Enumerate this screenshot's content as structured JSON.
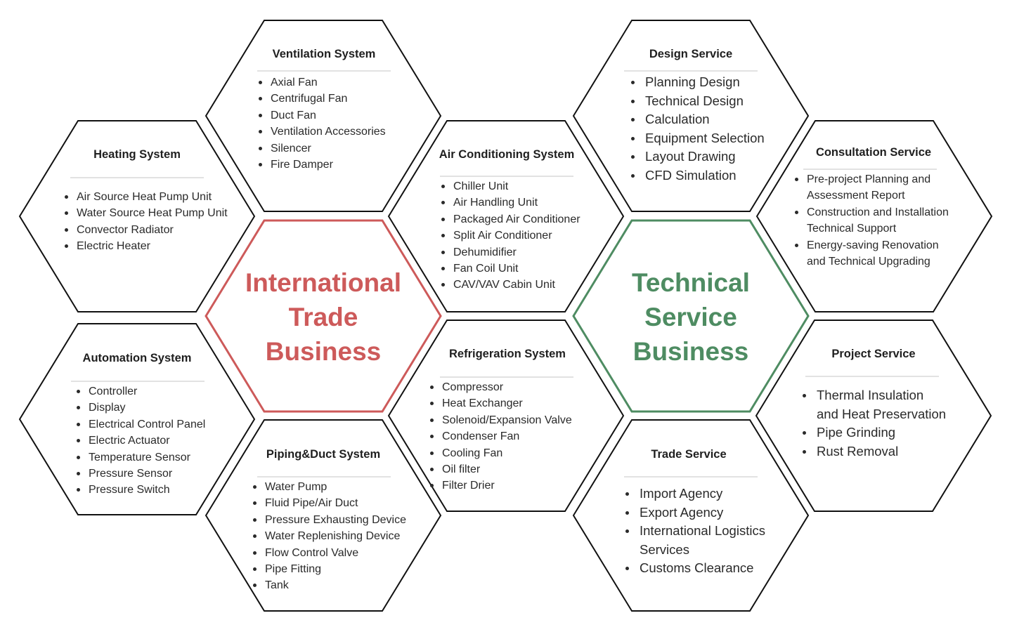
{
  "colors": {
    "hex_outline": "#111111",
    "international_trade": "#cd5a5a",
    "technical_service": "#4e8c62",
    "divider": "#e2e2e2"
  },
  "center": {
    "international_trade": {
      "lines": [
        "International",
        "Trade",
        "Business"
      ]
    },
    "technical_service": {
      "lines": [
        "Technical",
        "Service",
        "Business"
      ]
    }
  },
  "cells": {
    "ventilation": {
      "title": "Ventilation System",
      "items": [
        "Axial Fan",
        "Centrifugal Fan",
        "Duct Fan",
        "Ventilation Accessories",
        "Silencer",
        "Fire Damper"
      ]
    },
    "heating": {
      "title": "Heating System",
      "items": [
        "Air Source Heat Pump Unit",
        "Water Source Heat Pump Unit",
        "Convector Radiator",
        "Electric Heater"
      ]
    },
    "air_conditioning": {
      "title": "Air Conditioning System",
      "items": [
        "Chiller Unit",
        "Air Handling Unit",
        "Packaged Air Conditioner",
        "Split Air Conditioner",
        "Dehumidifier",
        "Fan Coil Unit",
        "CAV/VAV  Cabin Unit"
      ]
    },
    "automation": {
      "title": "Automation System",
      "items": [
        "Controller",
        "Display",
        "Electrical Control Panel",
        "Electric Actuator",
        "Temperature Sensor",
        "Pressure Sensor",
        "Pressure Switch"
      ]
    },
    "refrigeration": {
      "title": "Refrigeration System",
      "items": [
        "Compressor",
        "Heat Exchanger",
        "Solenoid/Expansion Valve",
        "Condenser Fan",
        "Cooling Fan",
        "Oil filter",
        "Filter Drier"
      ]
    },
    "piping_duct": {
      "title": "Piping&Duct System",
      "items": [
        "Water Pump",
        "Fluid Pipe/Air Duct",
        "Pressure Exhausting Device",
        "Water Replenishing Device",
        "Flow Control Valve",
        "Pipe Fitting",
        "Tank"
      ]
    },
    "design": {
      "title": "Design Service",
      "items": [
        "Planning Design",
        "Technical Design",
        "Calculation",
        "Equipment Selection",
        "Layout Drawing",
        "CFD Simulation"
      ]
    },
    "consultation": {
      "title": "Consultation Service",
      "items": [
        "Pre-project Planning and\nAssessment Report",
        "Construction and Installation\nTechnical Support",
        "Energy-saving Renovation\nand Technical Upgrading"
      ]
    },
    "project": {
      "title": "Project Service",
      "items": [
        "Thermal Insulation\nand Heat Preservation",
        "Pipe Grinding",
        "Rust Removal"
      ]
    },
    "trade": {
      "title": "Trade Service",
      "items": [
        "Import Agency",
        "Export Agency",
        "International Logistics\nServices",
        "Customs Clearance"
      ]
    }
  }
}
